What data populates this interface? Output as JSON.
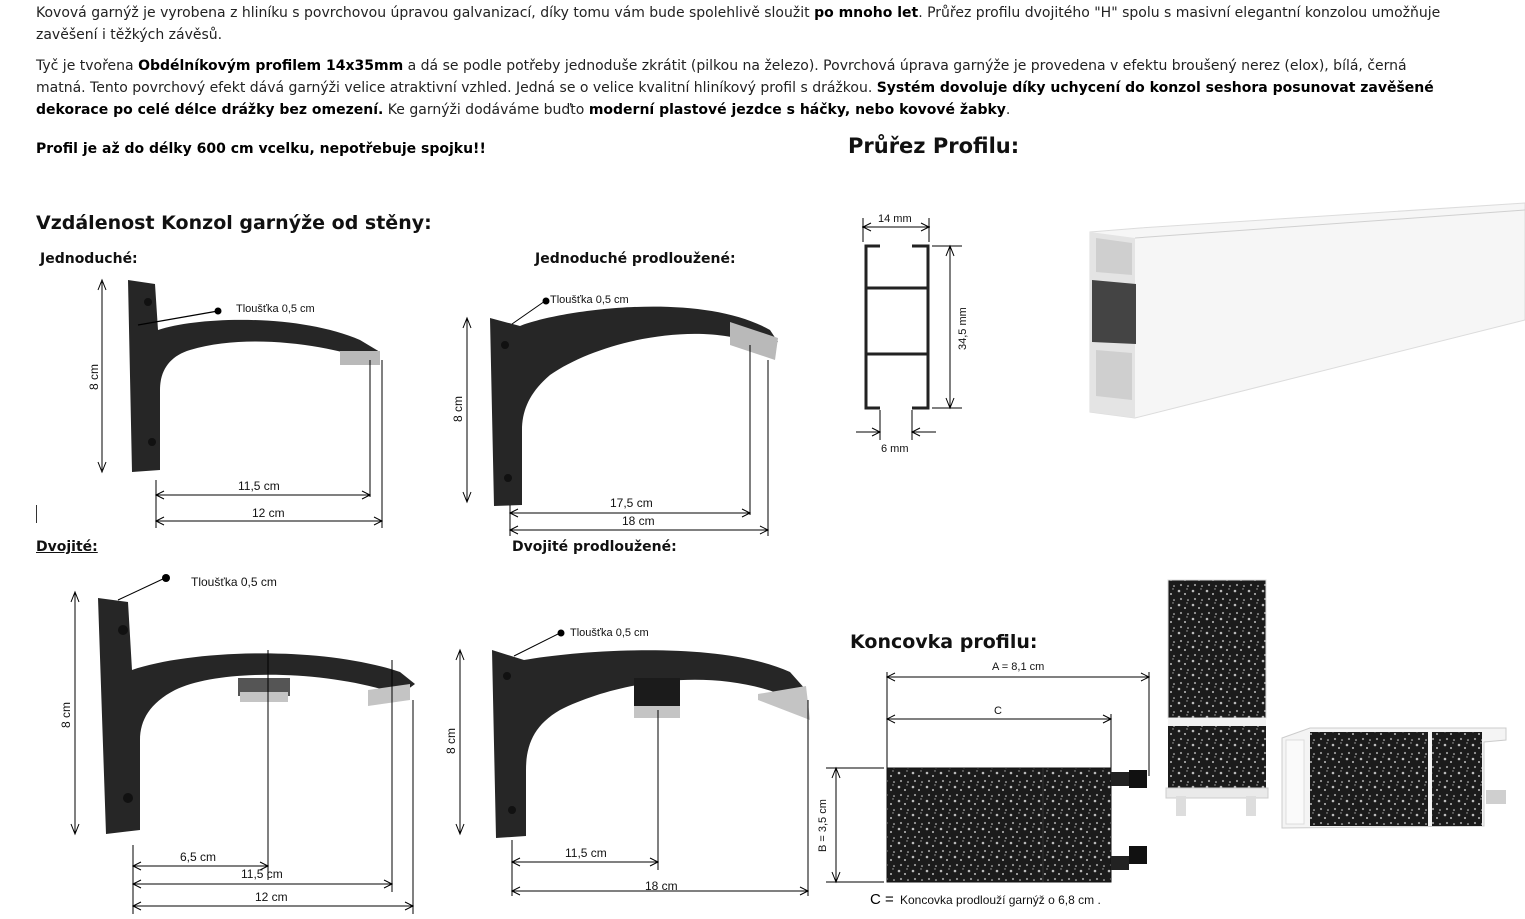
{
  "intro": {
    "p1_a": "Kovová garnýž je vyrobena z hliníku s povrchovou úpravou galvanizací, díky tomu vám bude spolehlivě sloužit ",
    "p1_b": "po mnoho let",
    "p1_c": ". Průřez profilu dvojitého \"H\" spolu s masivní elegantní konzolou umožňuje zavěšení i těžkých závěsů.",
    "p2_a": " Tyč je tvořena ",
    "p2_b": "Obdélníkovým profilem 14x35mm",
    "p2_c": " a dá se podle potřeby jednoduše zkrátit (pilkou na železo). Povrchová úprava garnýže je provedena v efektu broušený nerez (elox), bílá, černá matná. Tento povrchový efekt dává garnýži velice atraktivní vzhled. Jedná se o velice kvalitní hliníkový profil s drážkou. ",
    "p2_d": "Systém dovoluje díky uchycení do konzol seshora posunovat zavěšené dekorace po celé délce drážky bez omezení.",
    "p2_e": " Ke garnýži dodáváme buďto ",
    "p2_f": "moderní plastové jezdce s háčky, nebo kovové žabky",
    "p2_g": ".",
    "p3": "Profil je až do délky 600 cm vcelku, nepotřebuje spojku!!"
  },
  "headings": {
    "bracket_distance": "Vzdálenost Konzol garnýže od stěny:",
    "profile_section": "Průřez Profilu:",
    "end_cap": "Koncovka profilu:"
  },
  "brackets": {
    "single": {
      "label": "Jednoduché:",
      "thickness": "Tloušťka 0,5 cm",
      "height": "8 cm",
      "dim1": "11,5 cm",
      "dim2": "12 cm"
    },
    "single_ext": {
      "label": "Jednoduché prodloužené:",
      "thickness": "Tloušťka 0,5 cm",
      "height": "8 cm",
      "dim1": "17,5 cm",
      "dim2": "18 cm"
    },
    "double": {
      "label": "Dvojité:",
      "thickness": "Tloušťka 0,5 cm",
      "height": "8 cm",
      "dim1": "6,5 cm",
      "dim2": "11,5 cm",
      "dim3": "12 cm"
    },
    "double_ext": {
      "label": "Dvojité prodloužené:",
      "thickness": "Tloušťka 0,5 cm",
      "height": "8 cm",
      "dim1": "11,5 cm",
      "dim2": "18 cm"
    }
  },
  "profile": {
    "width": "14 mm",
    "height": "34,5 mm",
    "groove": "6 mm"
  },
  "endcap": {
    "a": "A = 8,1 cm",
    "c": "C",
    "b": "B = 3,5 cm",
    "note_c": "C =",
    "note": "Koncovka prodlouží garnýž o 6,8 cm ."
  },
  "colors": {
    "bracket": "#262626",
    "rail_white": "#f6f6f6",
    "cap_dark": "#1b1b1b"
  }
}
